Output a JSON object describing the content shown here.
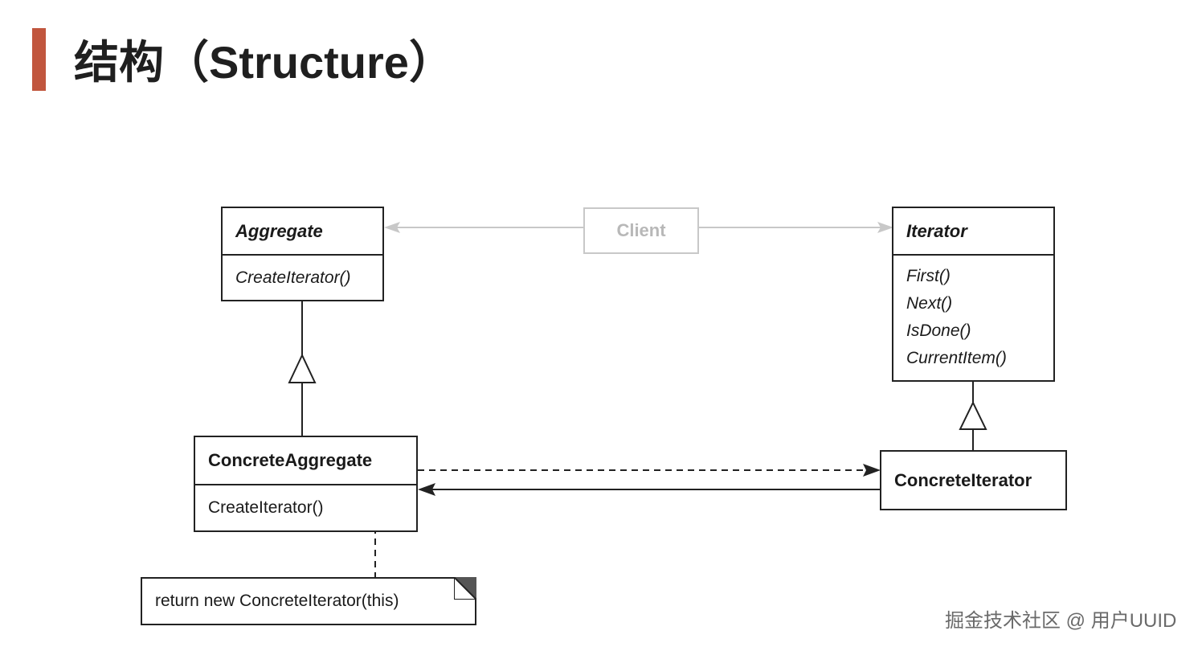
{
  "title": "结构（Structure）",
  "client": {
    "label": "Client"
  },
  "aggregate": {
    "name": "Aggregate",
    "ops": [
      "CreateIterator()"
    ]
  },
  "iterator": {
    "name": "Iterator",
    "ops": [
      "First()",
      "Next()",
      "IsDone()",
      "CurrentItem()"
    ]
  },
  "concrete_aggregate": {
    "name": "ConcreteAggregate",
    "ops": [
      "CreateIterator()"
    ]
  },
  "concrete_iterator": {
    "name": "ConcreteIterator"
  },
  "note": {
    "text": "return new ConcreteIterator(this)"
  },
  "watermark": "掘金技术社区 @ 用户UUID",
  "colors": {
    "accent": "#c1563e",
    "client_faded": "#c8c8c8",
    "line": "#222222"
  }
}
